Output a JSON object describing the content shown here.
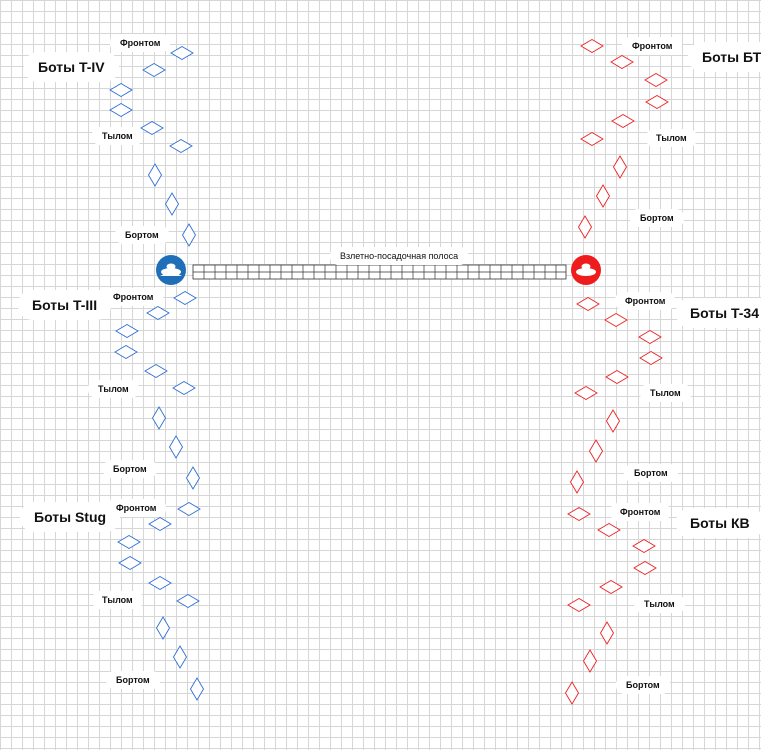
{
  "colors": {
    "left": "#2f6fd6",
    "right": "#ee2020",
    "left_hub": "#1f6fb8",
    "right_hub": "#ee1c1c"
  },
  "runway": {
    "label": "Взлетно-посадочная полоса"
  },
  "groups": {
    "t4": {
      "title": "Боты T-IV",
      "front": "Фронтом",
      "rear": "Тылом",
      "side": "Бортом"
    },
    "t3": {
      "title": "Боты T-III",
      "front": "Фронтом",
      "rear": "Тылом",
      "side": "Бортом"
    },
    "stug": {
      "title": "Боты Stug",
      "front": "Фронтом",
      "rear": "Тылом",
      "side": "Бортом"
    },
    "bt": {
      "title": "Боты БТ",
      "front": "Фронтом",
      "rear": "Тылом",
      "side": "Бортом"
    },
    "t34": {
      "title": "Боты T-34",
      "front": "Фронтом",
      "rear": "Тылом",
      "side": "Бортом"
    },
    "kv": {
      "title": "Боты КВ",
      "front": "Фронтом",
      "rear": "Тылом",
      "side": "Бортом"
    }
  }
}
